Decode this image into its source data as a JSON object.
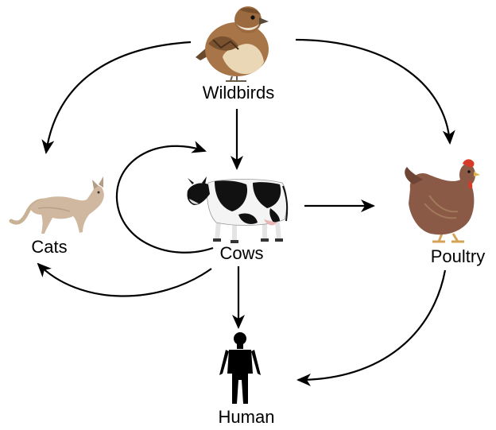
{
  "diagram": {
    "nodes": {
      "wildbirds": {
        "label": "Wildbirds",
        "icon": "sparrow-icon"
      },
      "cats": {
        "label": "Cats",
        "icon": "cat-icon"
      },
      "cows": {
        "label": "Cows",
        "icon": "cow-icon"
      },
      "poultry": {
        "label": "Poultry",
        "icon": "hen-icon"
      },
      "human": {
        "label": "Human",
        "icon": "human-silhouette-icon"
      }
    },
    "edges": [
      {
        "from": "Wildbirds",
        "to": "Cats"
      },
      {
        "from": "Wildbirds",
        "to": "Cows"
      },
      {
        "from": "Wildbirds",
        "to": "Poultry"
      },
      {
        "from": "Cows",
        "to": "Cows"
      },
      {
        "from": "Cows",
        "to": "Poultry"
      },
      {
        "from": "Cows",
        "to": "Cats"
      },
      {
        "from": "Cows",
        "to": "Human"
      },
      {
        "from": "Poultry",
        "to": "Human"
      }
    ],
    "colors": {
      "arrow": "#000000",
      "sparrow_brown": "#9a6a3c",
      "sparrow_light": "#e6d2b0",
      "cat_fur": "#cdb79e",
      "cow_black": "#111111",
      "cow_white": "#f4f4f4",
      "hen_brown": "#8a5a46",
      "hen_comb": "#d83a2a",
      "human_black": "#000000"
    }
  }
}
